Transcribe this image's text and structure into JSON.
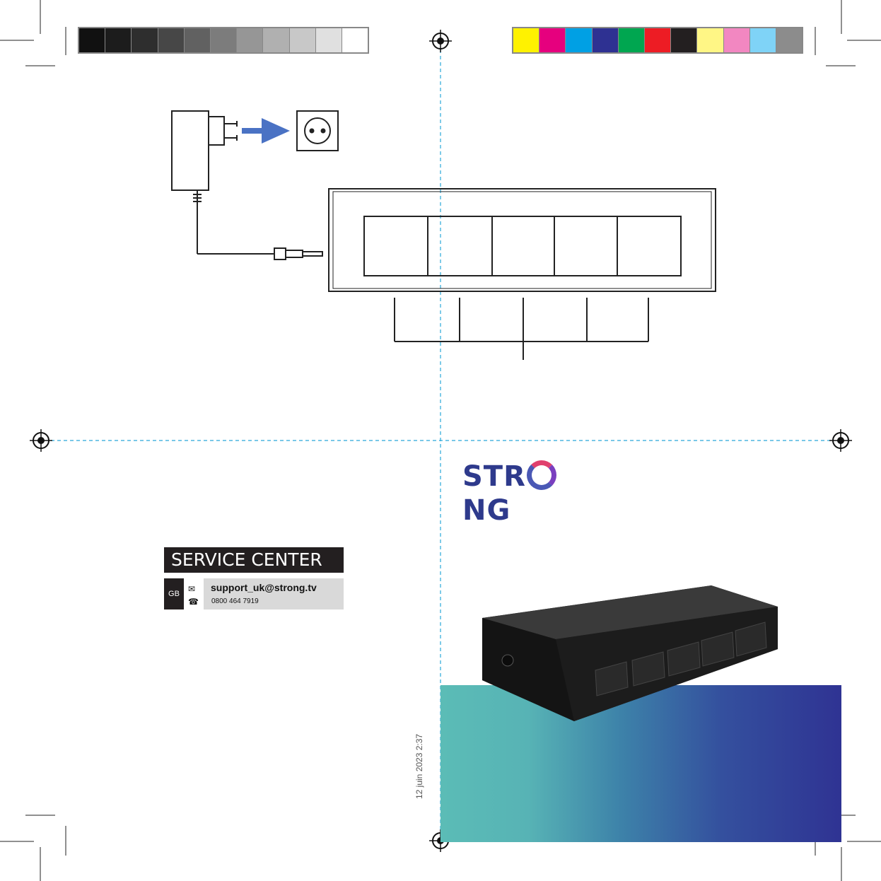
{
  "logo": {
    "text_left": "STR",
    "text_right": "NG"
  },
  "service": {
    "title": "SERVICE CENTER",
    "country": "GB",
    "email": "support_uk@strong.tv",
    "phone": "0800 464 7919"
  },
  "print_date": "12 juin 2023 2:37",
  "icons": {
    "email": "email-icon",
    "phone": "phone-icon",
    "registration": "registration-mark-icon"
  },
  "colors": {
    "gray_bar": [
      "#111111",
      "#1c1c1c",
      "#2e2e2e",
      "#474747",
      "#616161",
      "#7c7c7c",
      "#969696",
      "#b0b0b0",
      "#c8c8c8",
      "#e0e0e0",
      "#ffffff"
    ],
    "color_bar": [
      "#fff200",
      "#e6007e",
      "#00a0e4",
      "#2e3192",
      "#00a650",
      "#ed1c24",
      "#231f20",
      "#fff685",
      "#f287c1",
      "#7fd3f7",
      "#8c8c8c"
    ],
    "brand": "#2e3a8c",
    "cut_line": "#29a8d9"
  }
}
